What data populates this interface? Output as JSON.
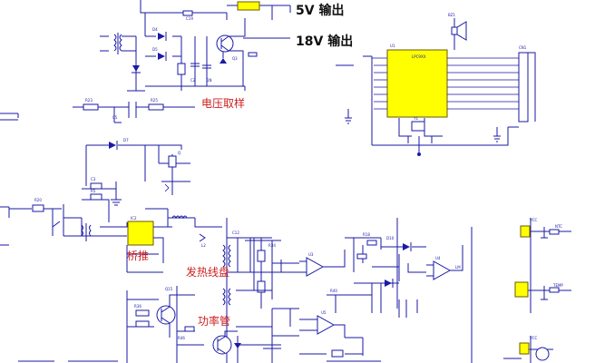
{
  "labels": {
    "out_5v": "5V 输出",
    "out_18v": "18V 输出",
    "voltage_sampling": "电压取样",
    "bridge_driver": "桥推",
    "heating_coil": "发热线盘",
    "power_tube": "功率管"
  },
  "colors": {
    "wire": "#1a1aa6",
    "chip_fill": "#ffff00",
    "label_red": "#cc1f1f",
    "label_black": "#111111"
  }
}
